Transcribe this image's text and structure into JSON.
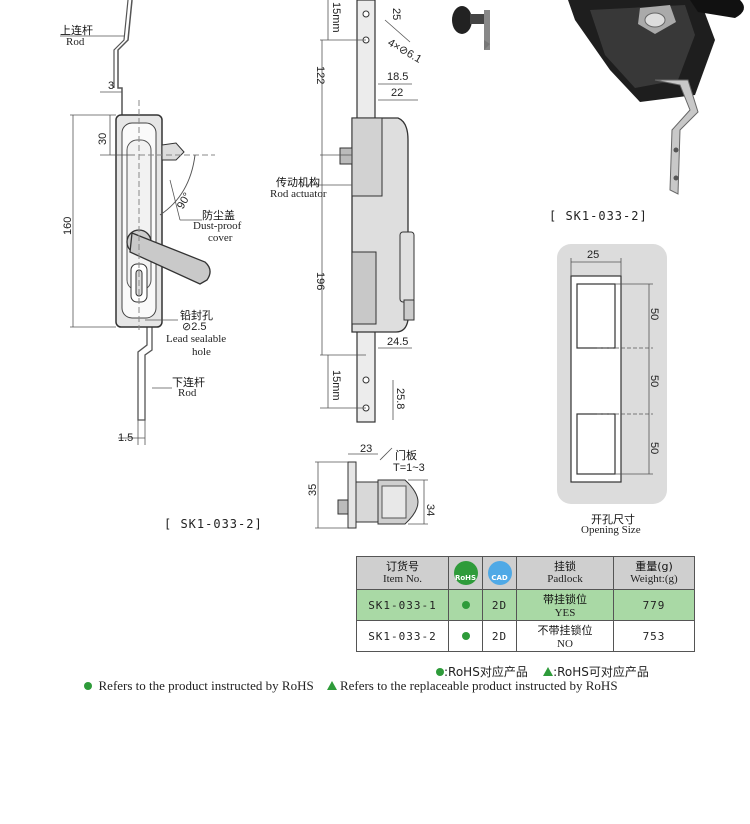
{
  "drawing_left": {
    "rod_top_cn": "上连杆",
    "rod_top_en": "Rod",
    "dim_3": "3",
    "dim_30": "30",
    "dim_160": "160",
    "dim_90": "90°",
    "dust_cn": "防尘盖",
    "dust_en_1": "Dust-proof",
    "dust_en_2": "cover",
    "lead_cn": "铅封孔",
    "lead_dim": "⊘2.5",
    "lead_en_1": "Lead sealable",
    "lead_en_2": "hole",
    "rod_bottom_cn": "下连杆",
    "rod_bottom_en": "Rod",
    "dim_1_5": "1.5",
    "model_label": "[ SK1-033-2]"
  },
  "drawing_middle": {
    "dim_15mm_top": "15mm",
    "dim_25_top": "25",
    "dim_hole": "4×⊘6.1",
    "dim_122": "122",
    "dim_18_5": "18.5",
    "dim_22": "22",
    "actuator_cn": "传动机构",
    "actuator_en": "Rod actuator",
    "dim_196": "196",
    "dim_24_5": "24.5",
    "dim_15mm_bottom": "15mm",
    "dim_25_8": "25.8"
  },
  "drawing_side": {
    "dim_23": "23",
    "door_cn": "门板",
    "door_t": "T=1~3",
    "dim_35": "35",
    "dim_34": "34"
  },
  "photo_right": {
    "model_label": "[ SK1-033-2]"
  },
  "opening": {
    "dim_25": "25",
    "dim_50_a": "50",
    "dim_50_b": "50",
    "dim_50_c": "50",
    "label_cn": "开孔尺寸",
    "label_en": "Opening Size"
  },
  "table": {
    "headers": {
      "item_cn": "订货号",
      "item_en": "Item No.",
      "rohs_badge": "RoHS",
      "cad_badge": "CAD",
      "padlock_cn": "挂锁",
      "padlock_en": "Padlock",
      "weight_cn": "重量(g)",
      "weight_en": "Weight:(g)"
    },
    "rows": [
      {
        "item": "SK1-033-1",
        "cad": "2D",
        "padlock_cn": "带挂锁位",
        "padlock_en": "YES",
        "weight": "779"
      },
      {
        "item": "SK1-033-2",
        "cad": "2D",
        "padlock_cn": "不带挂锁位",
        "padlock_en": "NO",
        "weight": "753"
      }
    ]
  },
  "legend": {
    "dot_cn": ":RoHS对应产品",
    "tri_cn": ":RoHS可对应产品",
    "dot_en": "Refers to the product instructed by RoHS",
    "tri_en": "Refers to the replaceable product instructed by RoHS"
  },
  "colors": {
    "green": "#2e9b3a",
    "row_green": "#a9d9a5",
    "header_grey": "#cfcfcf"
  }
}
